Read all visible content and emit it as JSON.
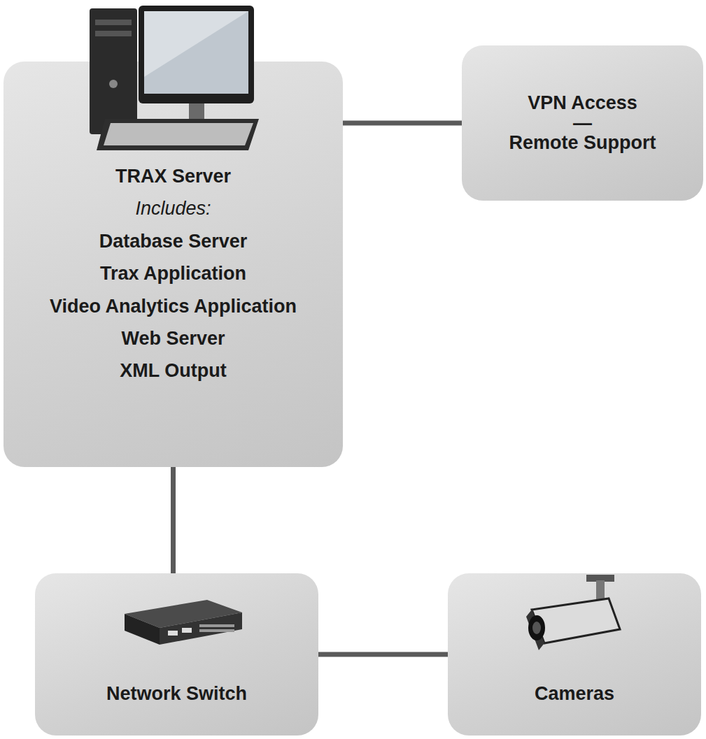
{
  "diagram": {
    "nodes": [
      {
        "text": [
          "TRAX Server",
          "Includes:",
          "Database Server",
          "Trax Application",
          "Video Analytics Application",
          "Web Server",
          "XML Output"
        ]
      },
      {
        "text": [
          "VPN Access",
          "—",
          "Remote Support"
        ]
      },
      {
        "text": [
          "Network Switch"
        ]
      },
      {
        "text": [
          "Cameras"
        ]
      }
    ],
    "edges": [
      {
        "from": 0,
        "to": 1,
        "arrow": "none"
      },
      {
        "from": 0,
        "to": 2,
        "arrow": "none"
      },
      {
        "from": 2,
        "to": 3,
        "arrow": "none"
      }
    ]
  }
}
